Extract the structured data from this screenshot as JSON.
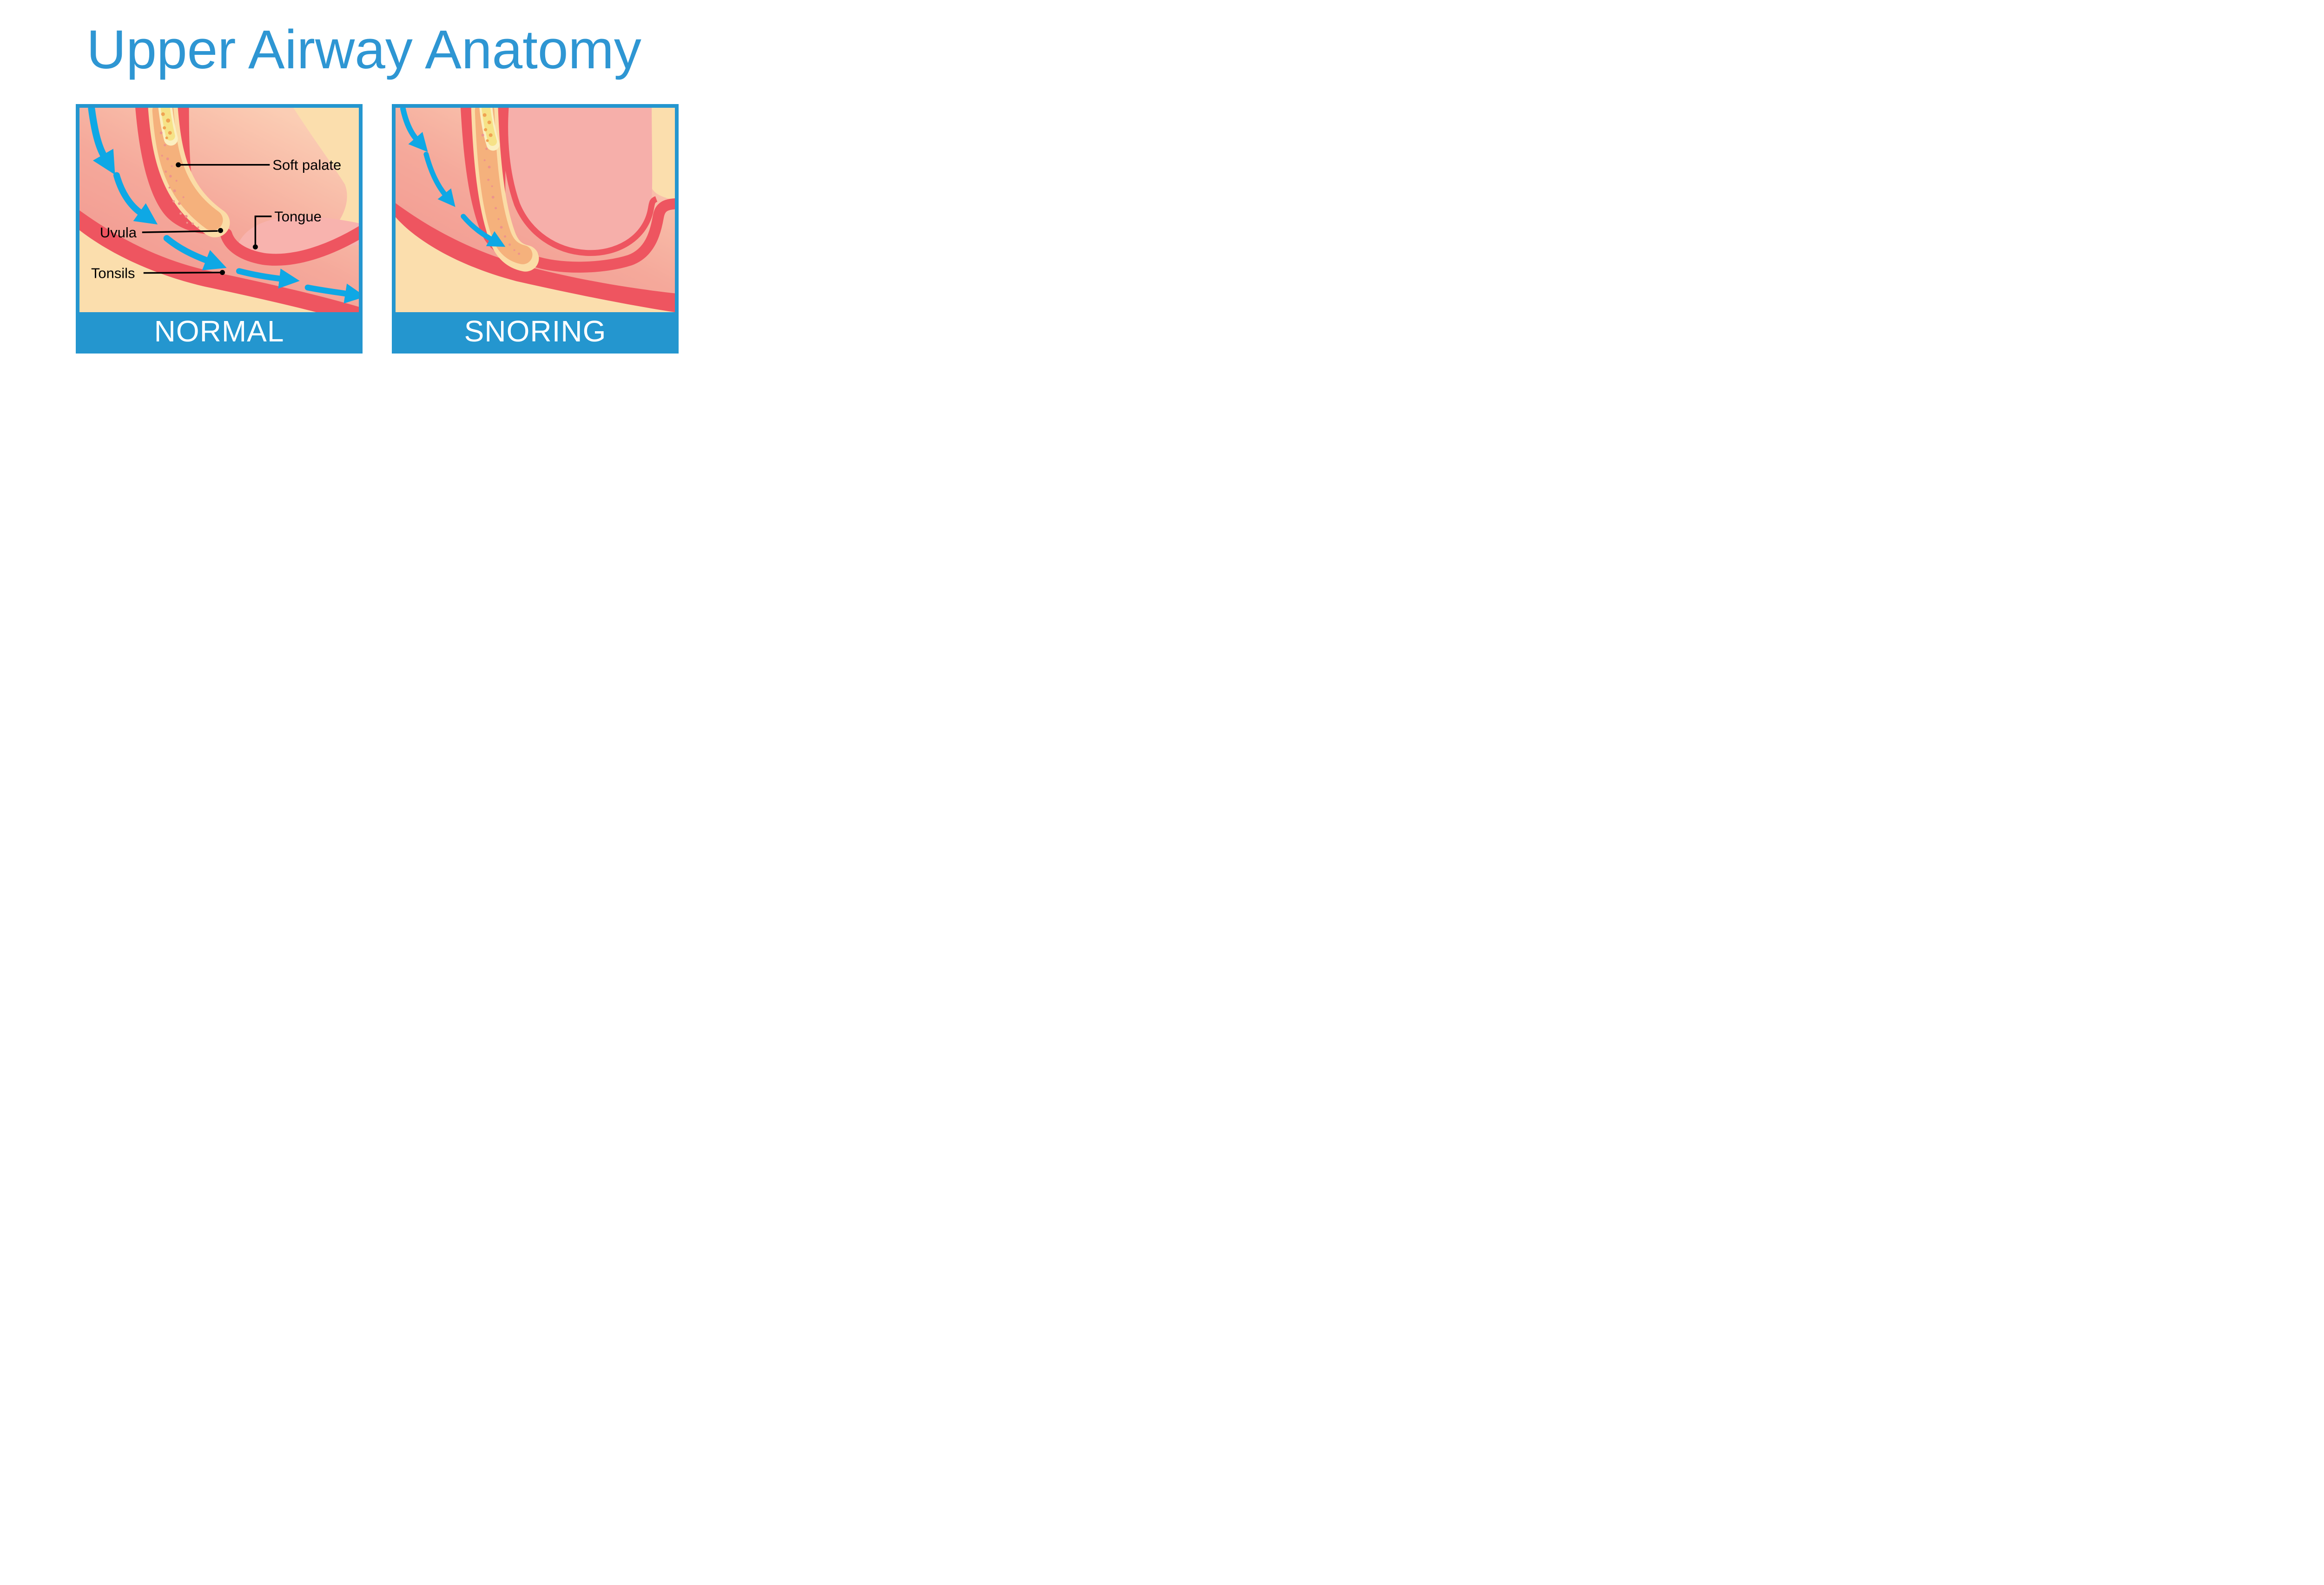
{
  "title": {
    "text": "Upper Airway Anatomy",
    "color": "#2E96D3"
  },
  "panels": {
    "normal": {
      "caption": "NORMAL"
    },
    "snoring": {
      "caption": "SNORING"
    }
  },
  "labels": {
    "soft_palate": "Soft palate",
    "tongue": "Tongue",
    "uvula": "Uvula",
    "tonsils": "Tonsils"
  },
  "icons": {
    "airflow_arrow": "blue curved arrow indicating direction of airflow"
  },
  "colors": {
    "title_blue": "#2E96D3",
    "frame_blue": "#2496CF",
    "caption_text": "#FFFFFF",
    "airflow_arrow_blue": "#0EA8E5",
    "tissue_red": "#EE5560",
    "cream_background": "#FBDEAD",
    "pharynx_pink_dark": "#F0928C",
    "pharynx_pink_light": "#FBCDB4",
    "tongue_pink": "#F8B3AE",
    "palate_cream": "#FBDCA6",
    "palate_orange": "#F5B17C",
    "palate_speckle": "#EE938C",
    "palate_yellow": "#F6E287",
    "label_text": "#000000"
  }
}
